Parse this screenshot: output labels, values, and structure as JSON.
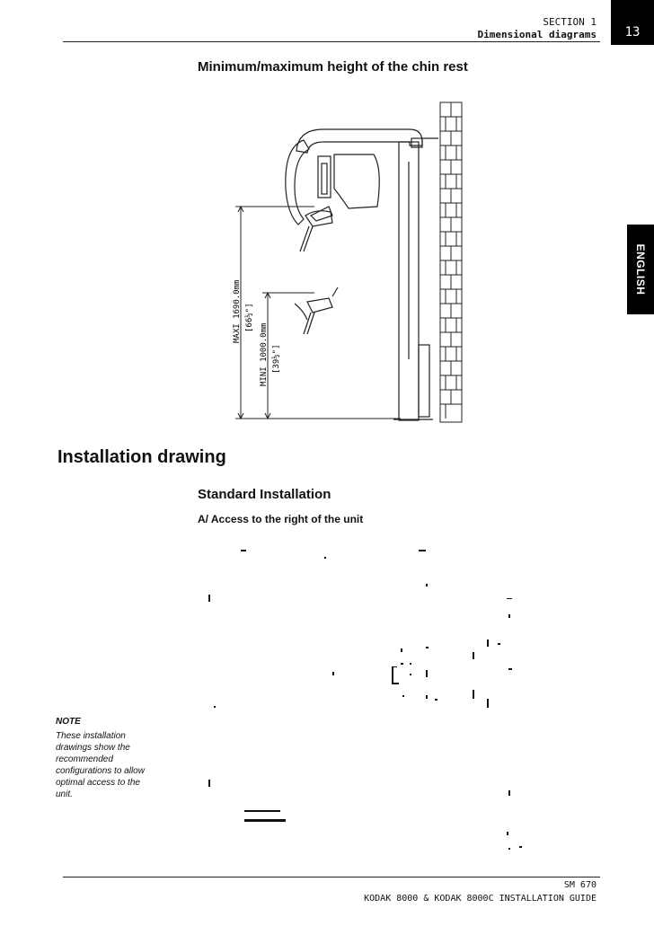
{
  "header": {
    "section": "SECTION 1",
    "section_title": "Dimensional diagrams",
    "page_number": "13"
  },
  "side_tab": {
    "language": "ENGLISH"
  },
  "figure1": {
    "heading": "Minimum/maximum height of the chin rest",
    "max_label": "MAXI 1690.0mm",
    "max_inch": "[66½\"]",
    "min_label": "MINI 1000.0mm",
    "min_inch": "[39½\"]"
  },
  "section": {
    "title": "Installation drawing",
    "subtitle": "Standard Installation",
    "subsection": "A/ Access to the right of the unit"
  },
  "note": {
    "title": "NOTE",
    "body": "These installation drawings show the recommended configurations to allow optimal access to the unit."
  },
  "footer": {
    "code": "SM 670",
    "guide_title": "KODAK 8000 & KODAK 8000C INSTALLATION GUIDE"
  }
}
